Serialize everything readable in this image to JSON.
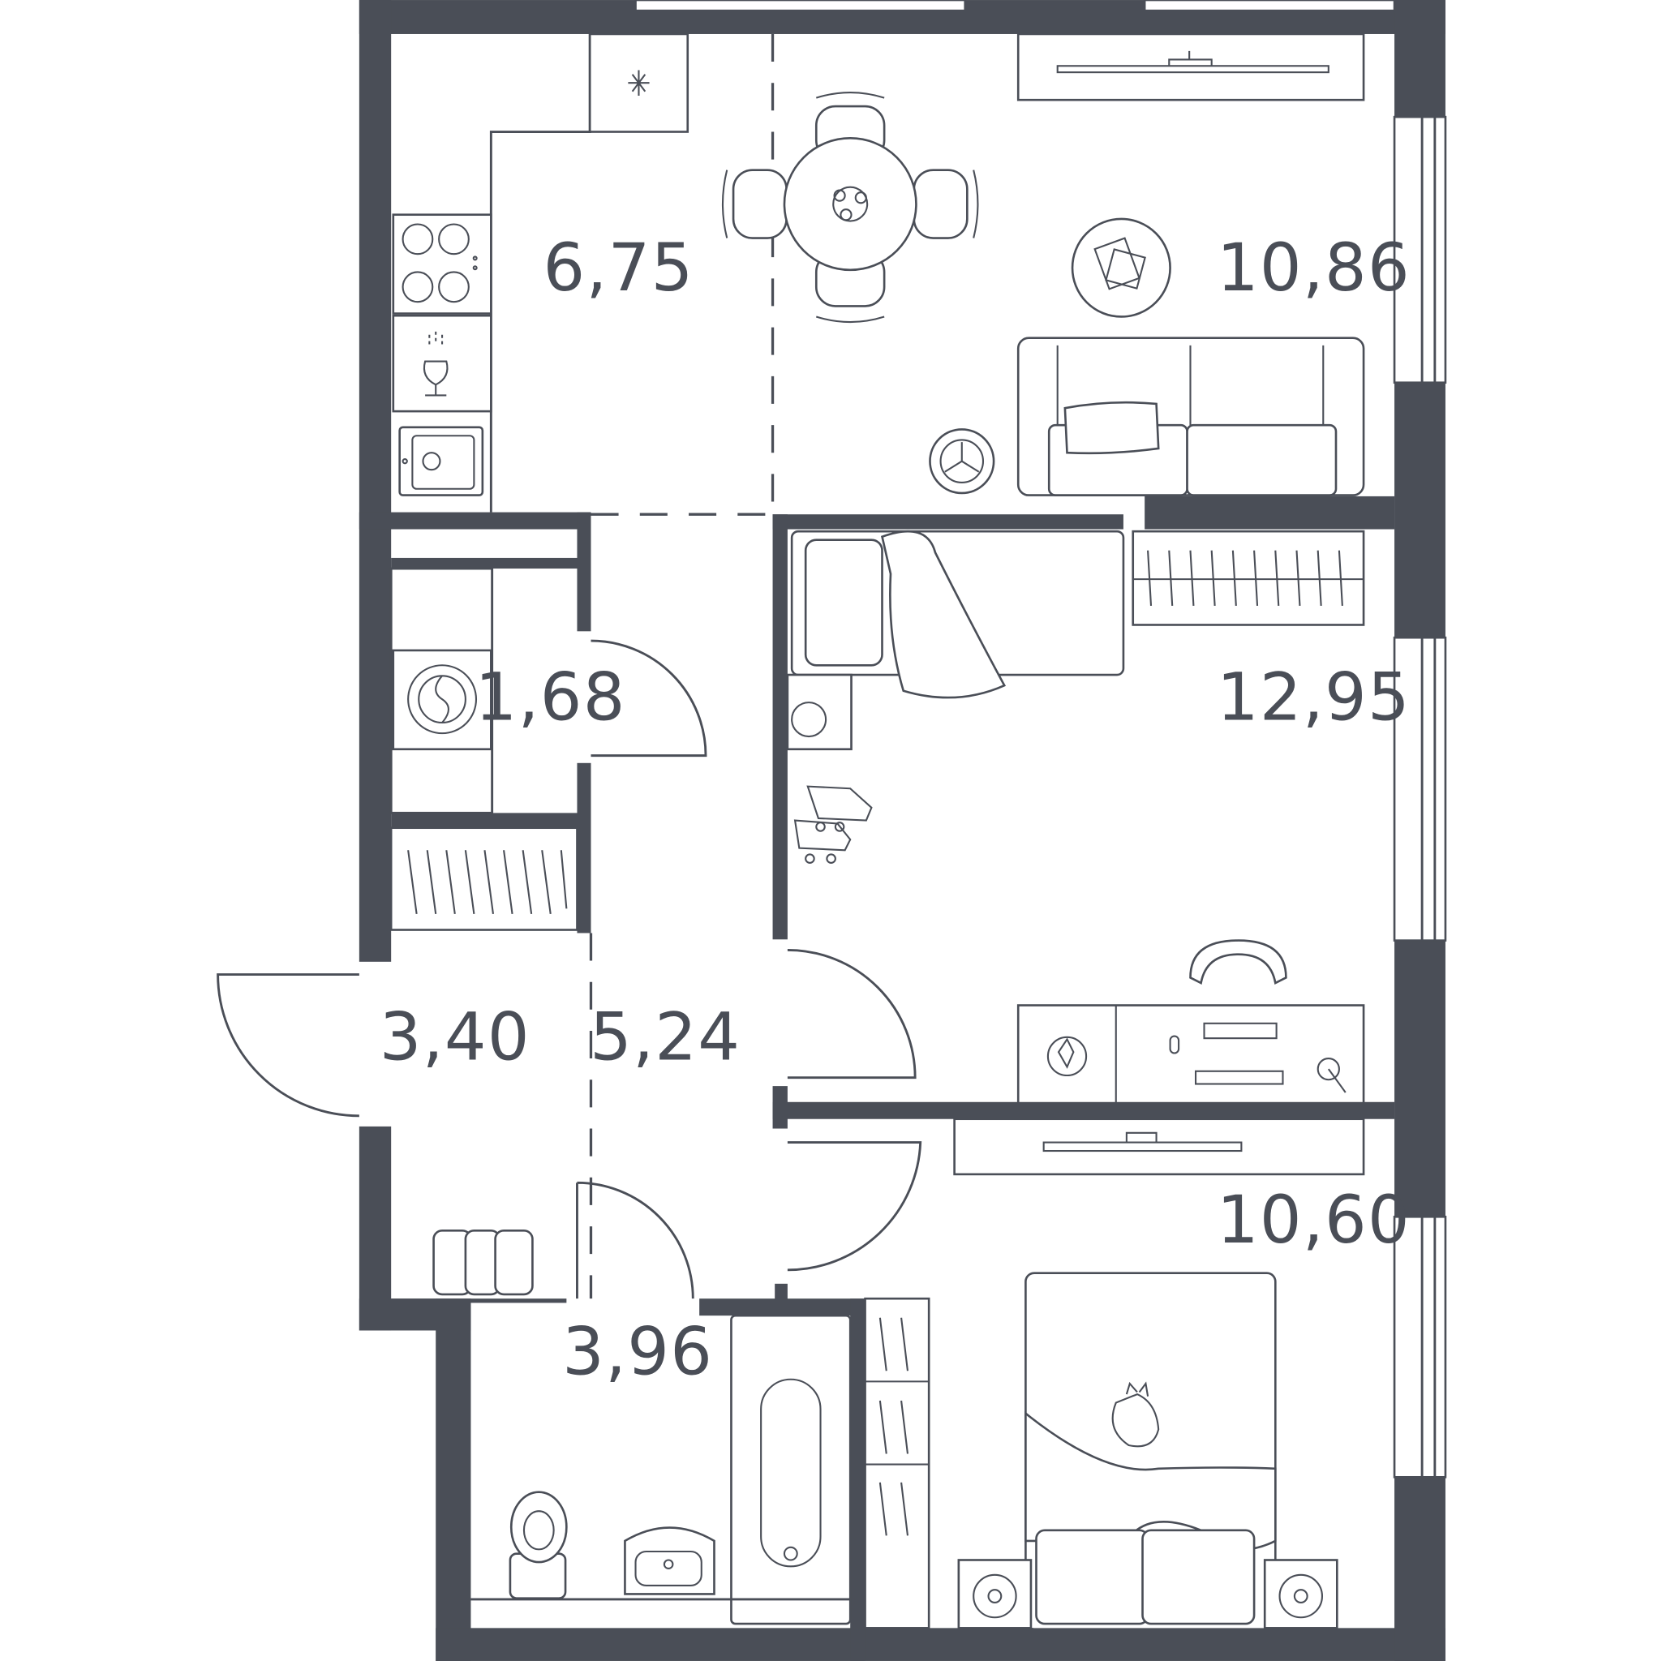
{
  "colors": {
    "wall": "#4a4e57",
    "background": "#ffffff",
    "line": "#4a4e57"
  },
  "rooms": [
    {
      "id": "kitchen",
      "area": "6,75"
    },
    {
      "id": "living-room",
      "area": "10,86"
    },
    {
      "id": "laundry",
      "area": "1,68"
    },
    {
      "id": "bedroom-large",
      "area": "12,95"
    },
    {
      "id": "entrance",
      "area": "3,40"
    },
    {
      "id": "hallway",
      "area": "5,24"
    },
    {
      "id": "bathroom",
      "area": "3,96"
    },
    {
      "id": "bedroom-small",
      "area": "10,60"
    }
  ]
}
